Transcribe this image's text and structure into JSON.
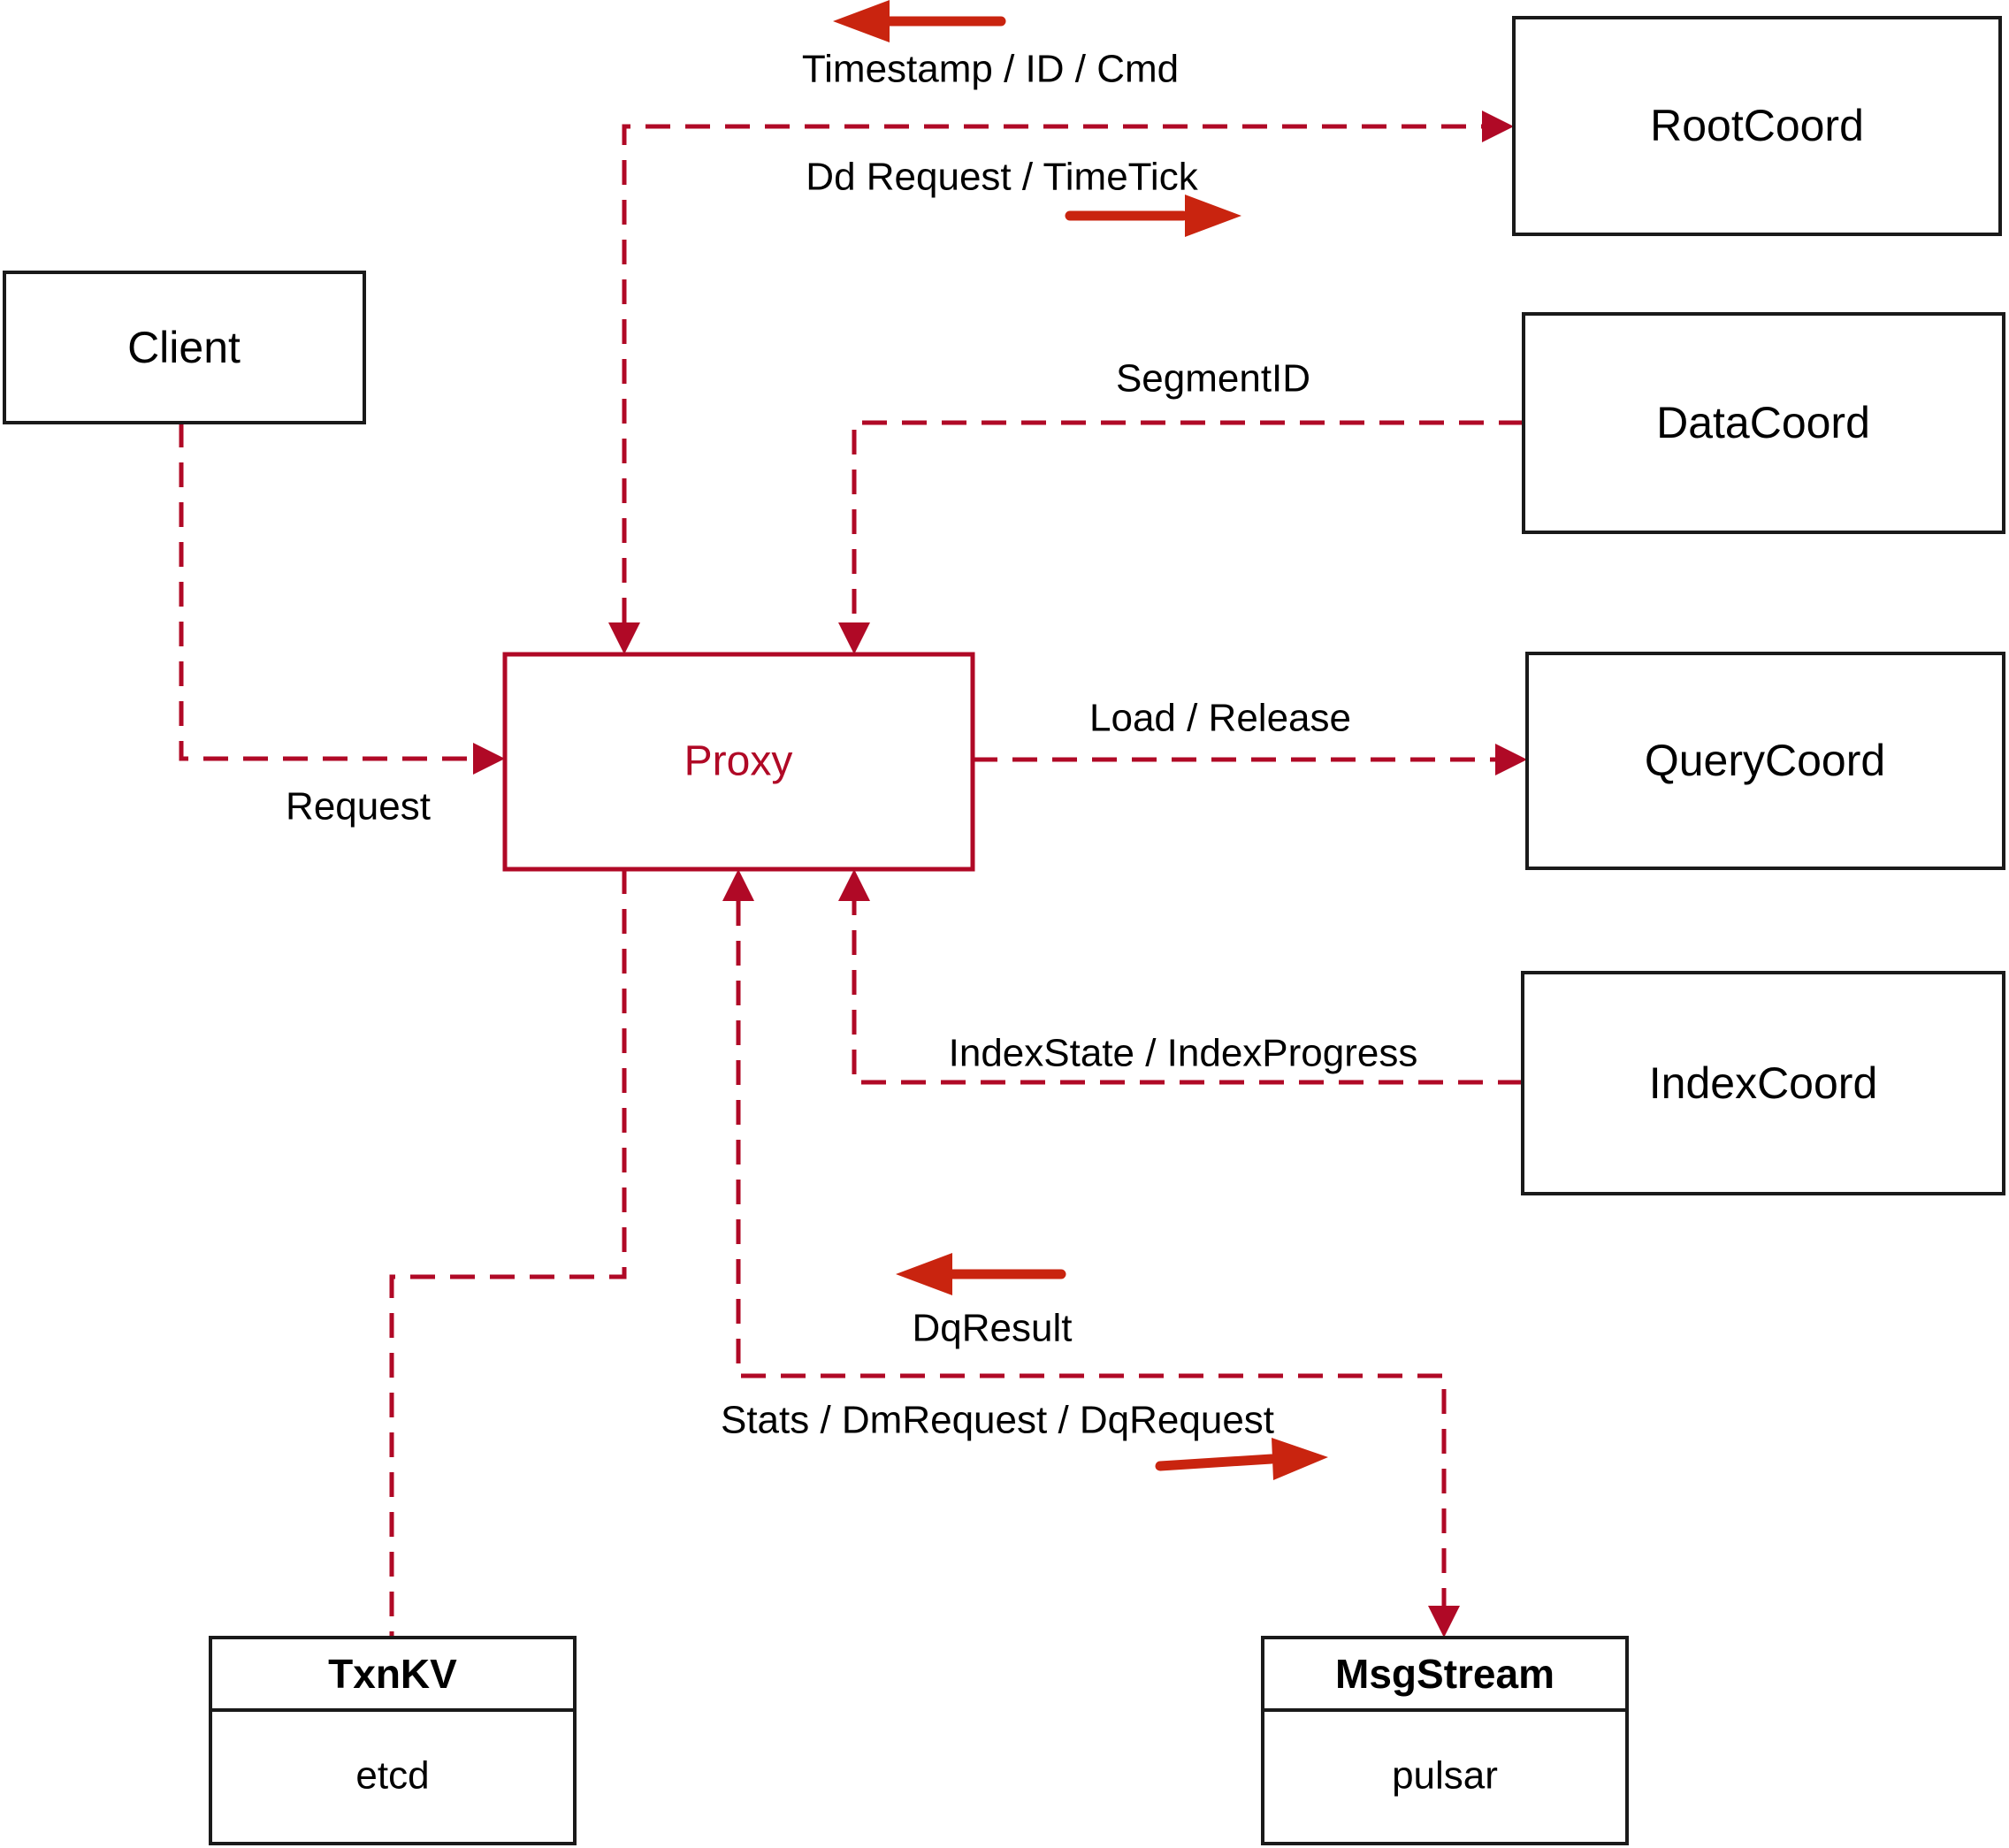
{
  "diagram": {
    "nodes": {
      "client": {
        "label": "Client"
      },
      "proxy": {
        "label": "Proxy"
      },
      "root_coord": {
        "label": "RootCoord"
      },
      "data_coord": {
        "label": "DataCoord"
      },
      "query_coord": {
        "label": "QueryCoord"
      },
      "index_coord": {
        "label": "IndexCoord"
      },
      "txn_kv": {
        "title": "TxnKV",
        "impl": "etcd"
      },
      "msg_stream": {
        "title": "MsgStream",
        "impl": "pulsar"
      }
    },
    "edge_labels": {
      "timestamp_id_cmd": "Timestamp / ID / Cmd",
      "dd_request_timetick": "Dd Request / TimeTick",
      "segment_id": "SegmentID",
      "load_release": "Load / Release",
      "request": "Request",
      "index_state": "IndexState / IndexProgress",
      "dq_result": "DqResult",
      "stats_dm_dq": "Stats / DmRequest / DqRequest"
    },
    "colors": {
      "line": "#b00926",
      "arrow": "#c9240f",
      "box_border": "#1a1a1a",
      "text": "#000000",
      "background": "#ffffff"
    }
  }
}
